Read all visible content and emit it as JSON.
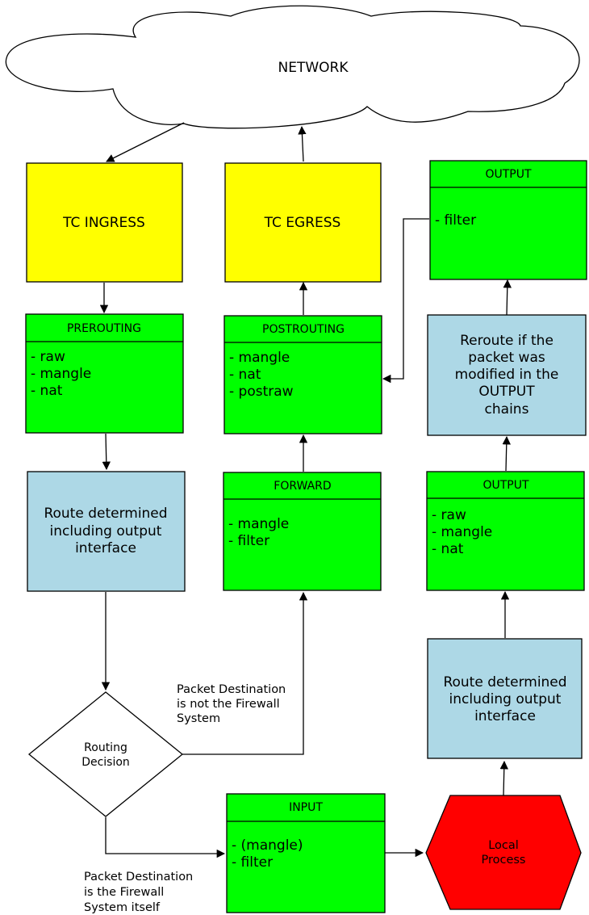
{
  "network": {
    "label": "NETWORK"
  },
  "tc": {
    "ingress": "TC INGRESS",
    "egress": "TC EGRESS"
  },
  "chains": {
    "prerouting": {
      "title": "PREROUTING",
      "items": [
        "- raw",
        "- mangle",
        "- nat"
      ]
    },
    "postrouting": {
      "title": "POSTROUTING",
      "items": [
        "- mangle",
        "- nat",
        "- postraw"
      ]
    },
    "output_top": {
      "title": "OUTPUT",
      "items": [
        "- filter"
      ]
    },
    "forward": {
      "title": "FORWARD",
      "items": [
        "- mangle",
        "- filter"
      ]
    },
    "output": {
      "title": "OUTPUT",
      "items": [
        "- raw",
        "- mangle",
        "- nat"
      ]
    },
    "input": {
      "title": "INPUT",
      "items": [
        "- (mangle)",
        "- filter"
      ]
    }
  },
  "route_in": {
    "lines": [
      "Route determined",
      "including output",
      "interface"
    ]
  },
  "route_out": {
    "lines": [
      "Route determined",
      "including output",
      "interface"
    ]
  },
  "reroute": {
    "lines": [
      "Reroute if the",
      "packet was",
      "modified in the",
      "OUTPUT",
      "chains"
    ]
  },
  "decision": {
    "lines": [
      "Routing",
      "Decision"
    ]
  },
  "local": {
    "lines": [
      "Local",
      "Process"
    ]
  },
  "notes": {
    "not_firewall": [
      "Packet Destination",
      "is not the Firewall",
      "System"
    ],
    "is_firewall": [
      "Packet Destination",
      "is the Firewall",
      "System itself"
    ]
  },
  "colors": {
    "chain": "#00ff00",
    "tc": "#ffff00",
    "route": "#add8e6",
    "local": "#ff0000",
    "cloud": "#ffffff"
  }
}
